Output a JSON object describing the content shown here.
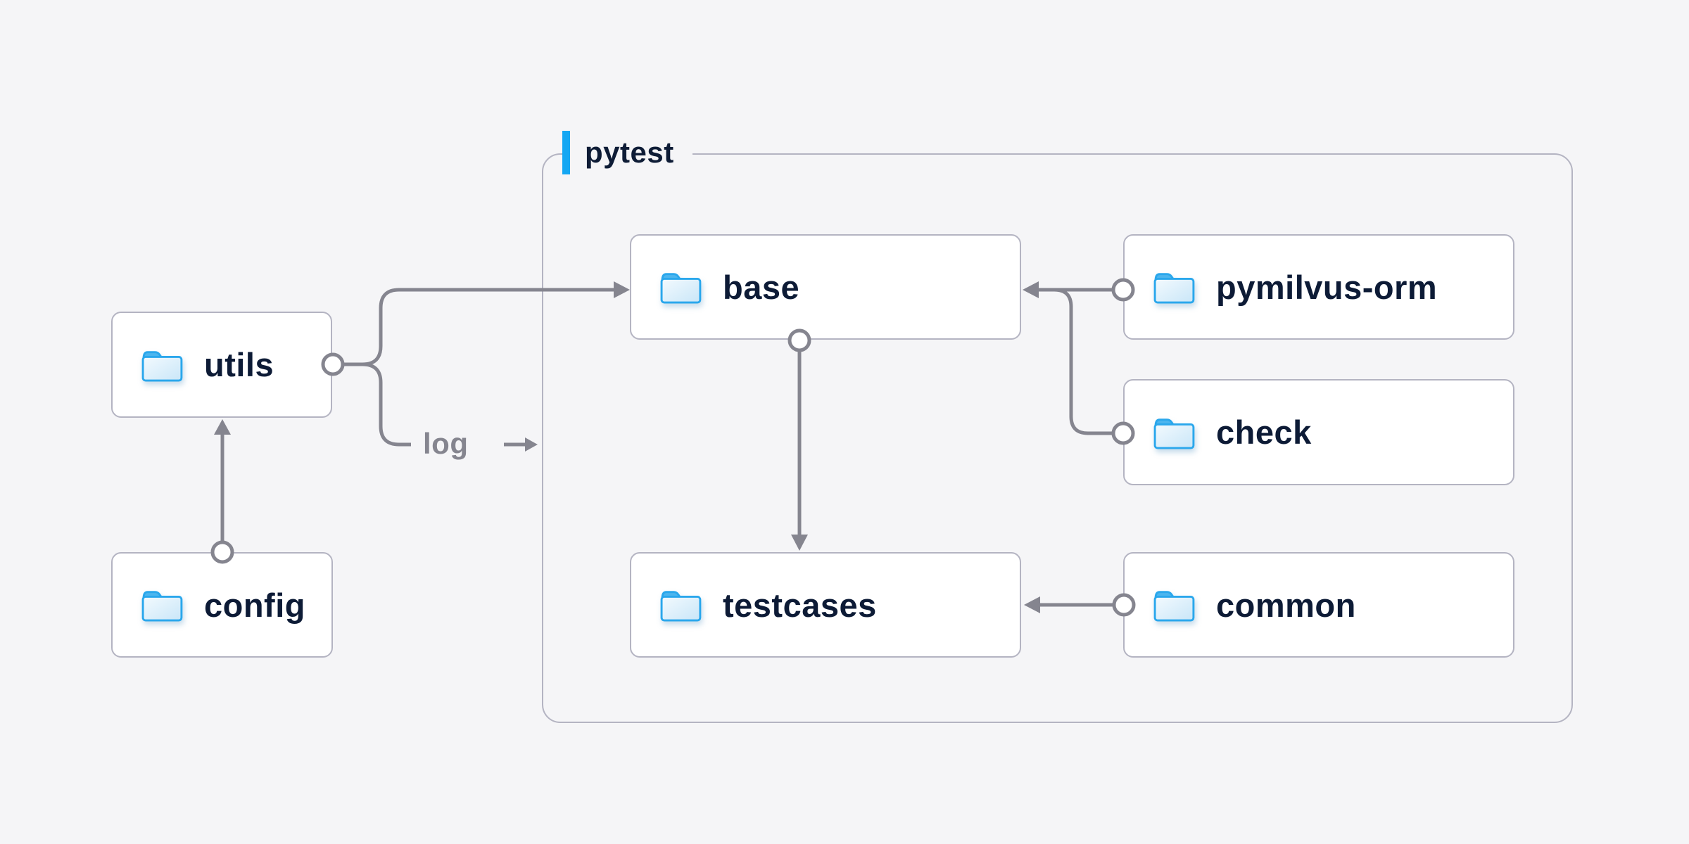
{
  "container": {
    "label": "pytest"
  },
  "nodes": {
    "utils": {
      "label": "utils"
    },
    "config": {
      "label": "config"
    },
    "base": {
      "label": "base"
    },
    "pymilvus_orm": {
      "label": "pymilvus-orm"
    },
    "check": {
      "label": "check"
    },
    "testcases": {
      "label": "testcases"
    },
    "common": {
      "label": "common"
    }
  },
  "edge_label": {
    "log": "log"
  },
  "edges": [
    {
      "from": "config",
      "to": "utils"
    },
    {
      "from": "utils",
      "to": "base"
    },
    {
      "from": "utils",
      "to": "log",
      "label": "log"
    },
    {
      "from": "pymilvus-orm",
      "to": "base"
    },
    {
      "from": "check",
      "to": "base"
    },
    {
      "from": "base",
      "to": "testcases"
    },
    {
      "from": "common",
      "to": "testcases"
    }
  ],
  "icons": {
    "node_icon": "folder-icon"
  },
  "colors": {
    "background": "#f5f5f7",
    "node_fill": "#ffffff",
    "border": "#b4b4c2",
    "connector": "#85858f",
    "accent_blue": "#14a7f3",
    "folder_stroke": "#2aa7ec",
    "folder_tab": "#4cb5ee",
    "folder_fill_light": "#f0f8fd",
    "folder_fill_dark": "#c9e6f8",
    "label_text": "#0d1b36",
    "edge_label_text": "#85858f"
  }
}
